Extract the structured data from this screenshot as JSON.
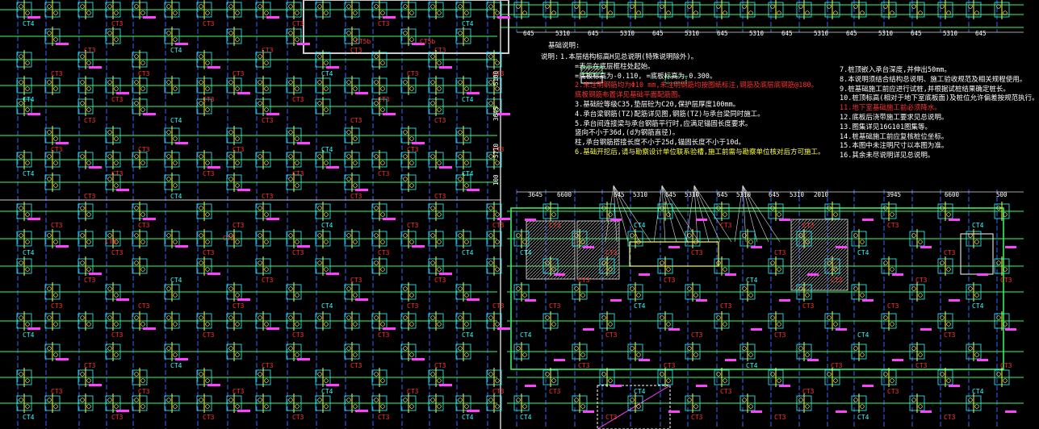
{
  "colors": {
    "background": "#000000",
    "grid_line": "#33ff66",
    "axis_dash": "#3366ff",
    "label": "#ff3030",
    "tag": "#ff40ff",
    "dimension": "#ffffff",
    "accent": "#ffff40",
    "cyan": "#33ffff"
  },
  "notes": {
    "title": "基础说明:",
    "lead": "说明:",
    "items_left": [
      {
        "text": "1.本层结构标高H见总说明(特殊说明除外)。",
        "color": "white"
      },
      {
        "text": "=表示在底层框柱处起始。",
        "color": "white"
      },
      {
        "text": "=底板标高为-0.110, =底板标高为-0.300。",
        "color": "white"
      },
      {
        "text": "2.未注明钢筋均为Φ10 mm,未注明钢筋均按图纸标注,钢筋及底层底钢筋@180。",
        "color": "red"
      },
      {
        "text": "底板钢筋布置详见基础平面配筋图。",
        "color": "red"
      },
      {
        "text": "3.基础砼等级C35,垫层砼为C20,保护层厚度100mm。",
        "color": "white"
      },
      {
        "text": "4.承台梁钢筋(TZ)配筋详见图,钢筋(TZ)与承台梁同时施工。",
        "color": "white"
      },
      {
        "text": "5.承台间连接梁与承台钢筋平行时,应满足锚固长度要求。",
        "color": "white"
      },
      {
        "text": "竖向不小于36d,(d为钢筋直径)。",
        "color": "white"
      },
      {
        "text": "柱,承台钢筋搭接长度不小于25d,锚固长度不小于10d。",
        "color": "white"
      },
      {
        "text": "6.基础开挖后,请与勘察设计单位联系验槽,施工前需与勘察单位核对后方可施工。",
        "color": "yellow"
      }
    ],
    "items_right": [
      {
        "text": "7.桩顶嵌入承台深度,并伸出50mm。",
        "color": "white"
      },
      {
        "text": "8.本说明须结合结构总说明、施工验收规范及相关规程使用。",
        "color": "white"
      },
      {
        "text": "9.桩基础施工前应进行试桩,并根据试桩结果确定桩长。",
        "color": "white"
      },
      {
        "text": "10.桩顶标高(相对于地下室底板面)及桩位允许偏差按规范执行。",
        "color": "white"
      },
      {
        "text": "11.地下室基础施工前必须降水。",
        "color": "red"
      },
      {
        "text": "12.底板后浇带施工要求见总说明。",
        "color": "white"
      },
      {
        "text": "13.图集详见16G101图集等。",
        "color": "white"
      },
      {
        "text": "14.桩基础施工前应复核桩位坐标。",
        "color": "white"
      },
      {
        "text": "15.本图中未注明尺寸以本图为准。",
        "color": "white"
      },
      {
        "text": "16.其余未尽说明详见总说明。",
        "color": "white"
      }
    ]
  },
  "labels": {
    "cap_types": [
      "CT4",
      "CT3",
      "CT2",
      "CT5",
      "CT5b"
    ],
    "top_dims": [
      "645",
      "5310",
      "645",
      "5310",
      "645",
      "5310",
      "645",
      "5310",
      "645",
      "5310",
      "645",
      "5310",
      "645",
      "5310",
      "645"
    ],
    "mid_dims": [
      "3645",
      "6600",
      "645",
      "5310",
      "645",
      "5310",
      "645",
      "5310",
      "645",
      "5310",
      "2010",
      "3945",
      "6600",
      "500"
    ],
    "side_dims": [
      "5100",
      "3645",
      "5710",
      "100"
    ]
  }
}
